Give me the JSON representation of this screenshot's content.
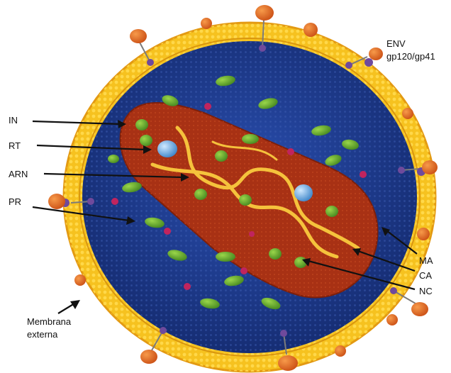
{
  "labels": {
    "env": "ENV",
    "gp": "gp120/gp41",
    "in": "IN",
    "rt": "RT",
    "arn": "ARN",
    "pr": "PR",
    "membrana_line1": "Membrana",
    "membrana_line2": "externa",
    "ma": "MA",
    "ca": "CA",
    "nc": "NC"
  },
  "colors": {
    "envelope": "#f6c21f",
    "envelope_edge": "#e39a12",
    "matrix": "#1f3f95",
    "capsid": "#a83114",
    "rna": "#f5c23c",
    "protein_green": "#5aa82a",
    "protein_magenta": "#c0245e",
    "enzyme_blue": "#4a9ad8",
    "spike_orange": "#e0621c",
    "spike_purple": "#6f4a9c"
  }
}
